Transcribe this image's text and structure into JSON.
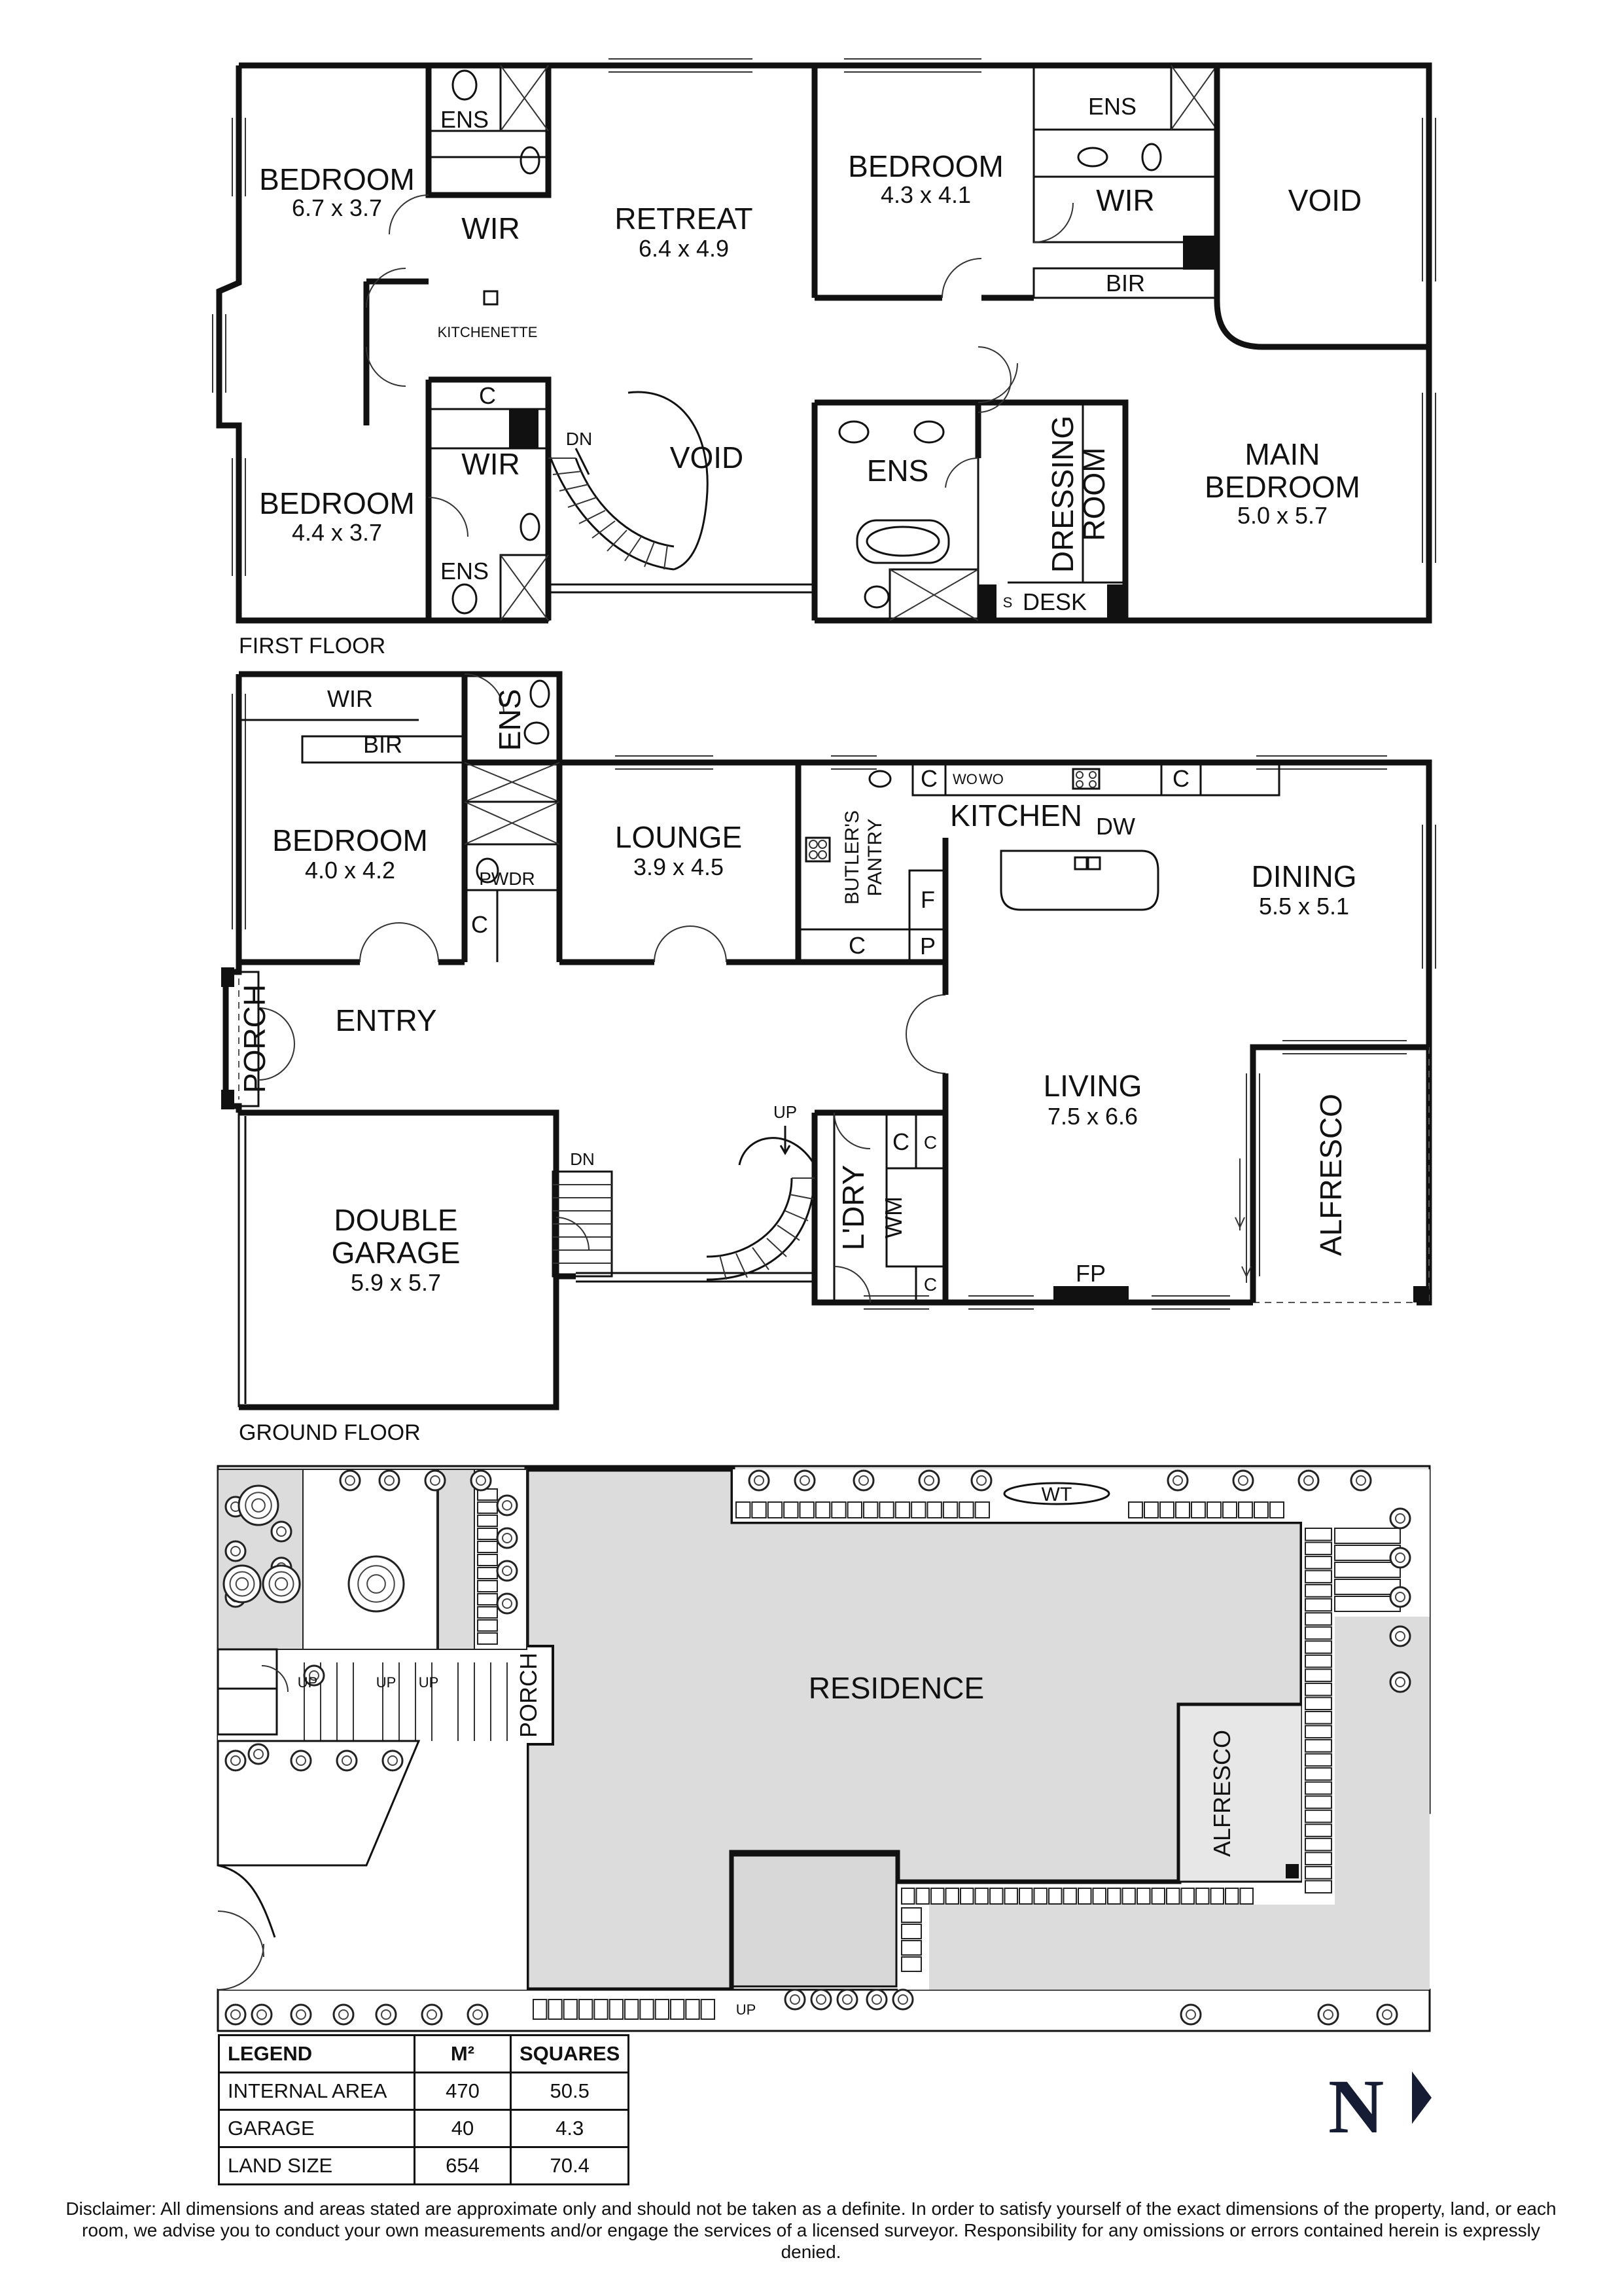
{
  "first_floor": {
    "title": "FIRST FLOOR",
    "bedroom_1": {
      "name": "BEDROOM",
      "dim": "6.7 x 3.7"
    },
    "retreat": {
      "name": "RETREAT",
      "dim": "6.4 x 4.9"
    },
    "bedroom_2": {
      "name": "BEDROOM",
      "dim": "4.3 x 4.1"
    },
    "void_1": "VOID",
    "bedroom_3": {
      "name": "BEDROOM",
      "dim": "4.4 x 3.7"
    },
    "void_2": "VOID",
    "main_bedroom": {
      "name_line1": "MAIN",
      "name_line2": "BEDROOM",
      "dim": "5.0 x 5.7"
    },
    "ens": "ENS",
    "wir": "WIR",
    "bir": "BIR",
    "c": "C",
    "dn": "DN",
    "kitchenette": "KITCHENETTE",
    "dressing_line1": "DRESSING",
    "dressing_line2": "ROOM",
    "desk": "DESK",
    "s": "S"
  },
  "ground_floor": {
    "title": "GROUND FLOOR",
    "bedroom": {
      "name": "BEDROOM",
      "dim": "4.0 x 4.2"
    },
    "lounge": {
      "name": "LOUNGE",
      "dim": "3.9 x 4.5"
    },
    "kitchen": "KITCHEN",
    "dw": "DW",
    "dining": {
      "name": "DINING",
      "dim": "5.5 x 5.1"
    },
    "entry": "ENTRY",
    "porch": "PORCH",
    "living": {
      "name": "LIVING",
      "dim": "7.5 x 6.6"
    },
    "alfresco": "ALFRESCO",
    "garage": {
      "name_line1": "DOUBLE",
      "name_line2": "GARAGE",
      "dim": "5.9 x 5.7"
    },
    "wir": "WIR",
    "bir": "BIR",
    "ens": "ENS",
    "pwdr": "PWDR",
    "c": "C",
    "butlers_line1": "BUTLER'S",
    "butlers_line2": "PANTRY",
    "wo": "WO",
    "f": "F",
    "p": "P",
    "up": "UP",
    "dn": "DN",
    "ldry": "L'DRY",
    "wm": "WM",
    "fp": "FP"
  },
  "site_plan": {
    "residence": "RESIDENCE",
    "porch": "PORCH",
    "alfresco": "ALFRESCO",
    "wt": "WT",
    "up": "UP"
  },
  "legend": {
    "headers": [
      "LEGEND",
      "M²",
      "SQUARES"
    ],
    "rows": [
      [
        "INTERNAL AREA",
        "470",
        "50.5"
      ],
      [
        "GARAGE",
        "40",
        "4.3"
      ],
      [
        "LAND SIZE",
        "654",
        "70.4"
      ]
    ]
  },
  "compass": "N",
  "disclaimer": "Disclaimer: All dimensions and areas stated are approximate only and should not be taken as a definite. In order to satisfy yourself of the exact dimensions of the property, land, or each room, we advise you to conduct your own measurements and/or engage the services of a licensed surveyor. Responsibility for any omissions or errors contained herein is expressly denied."
}
